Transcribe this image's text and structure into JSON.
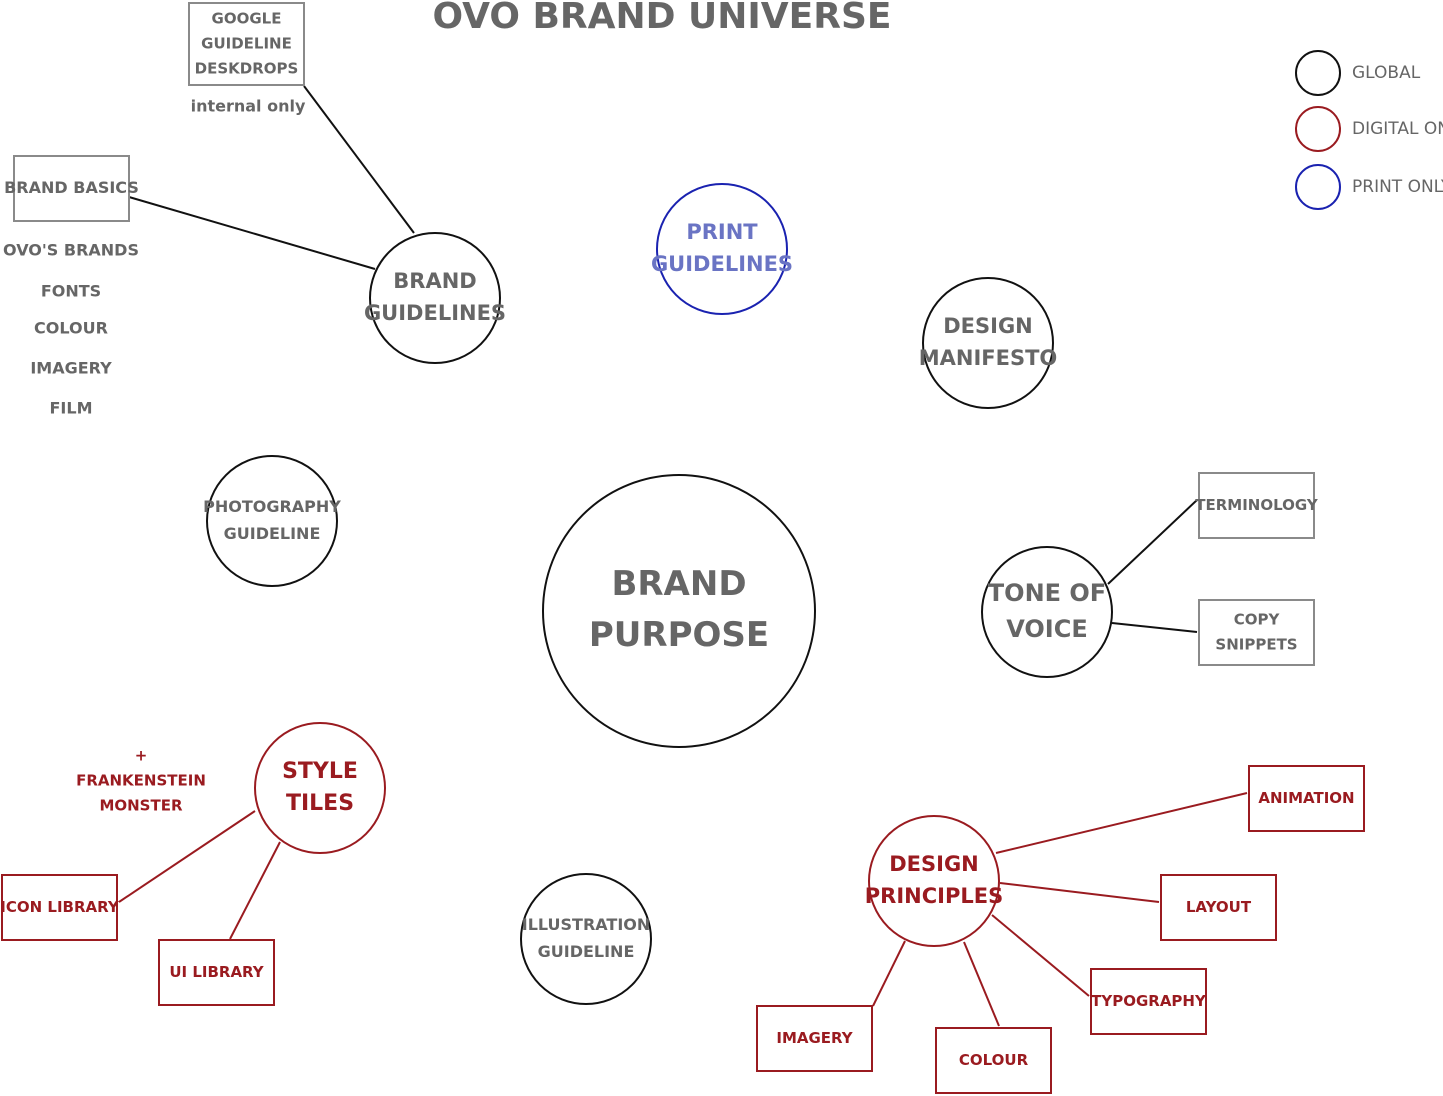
{
  "title": "OVO BRAND UNIVERSE",
  "colors": {
    "global": "#111111",
    "digital": "#9a1b20",
    "print": "#1a22b0",
    "print_text": "#6a74c4",
    "text_gray": "#666666",
    "box_gray": "#8a8a8a"
  },
  "legend": {
    "items": [
      {
        "label": "GLOBAL",
        "kind": "global"
      },
      {
        "label": "DIGITAL ONLY",
        "kind": "digital"
      },
      {
        "label": "PRINT ONLY",
        "kind": "print"
      }
    ]
  },
  "nodes": {
    "brand_purpose": {
      "lines": [
        "BRAND",
        "PURPOSE"
      ]
    },
    "brand_guidelines": {
      "lines": [
        "BRAND",
        "GUIDELINES"
      ]
    },
    "print_guidelines": {
      "lines": [
        "PRINT",
        "GUIDELINES"
      ]
    },
    "design_manifesto": {
      "lines": [
        "DESIGN",
        "MANIFESTO"
      ]
    },
    "photography_guideline": {
      "lines": [
        "PHOTOGRAPHY",
        "GUIDELINE"
      ]
    },
    "tone_of_voice": {
      "lines": [
        "TONE OF",
        "VOICE"
      ]
    },
    "style_tiles": {
      "lines": [
        "STYLE",
        "TILES"
      ]
    },
    "illustration_guideline": {
      "lines": [
        "ILLUSTRATION",
        "GUIDELINE"
      ]
    },
    "design_principles": {
      "lines": [
        "DESIGN",
        "PRINCIPLES"
      ]
    }
  },
  "boxes": {
    "google_guideline": {
      "lines": [
        "GOOGLE",
        "GUIDELINE",
        "DESKDROPS"
      ]
    },
    "brand_basics": {
      "lines": [
        "BRAND BASICS"
      ]
    },
    "terminology": {
      "lines": [
        "TERMINOLOGY"
      ]
    },
    "copy_snippets": {
      "lines": [
        "COPY",
        "SNIPPETS"
      ]
    },
    "icon_library": {
      "lines": [
        "ICON LIBRARY"
      ]
    },
    "ui_library": {
      "lines": [
        "UI LIBRARY"
      ]
    },
    "animation": {
      "lines": [
        "ANIMATION"
      ]
    },
    "layout": {
      "lines": [
        "LAYOUT"
      ]
    },
    "typography": {
      "lines": [
        "TYPOGRAPHY"
      ]
    },
    "imagery": {
      "lines": [
        "IMAGERY"
      ]
    },
    "colour": {
      "lines": [
        "COLOUR"
      ]
    }
  },
  "notes": {
    "internal_only": "internal only",
    "brand_basics_list": [
      "OVO'S BRANDS",
      "FONTS",
      "COLOUR",
      "IMAGERY",
      "FILM"
    ],
    "frankenstein": [
      "+",
      "FRANKENSTEIN",
      "MONSTER"
    ]
  }
}
